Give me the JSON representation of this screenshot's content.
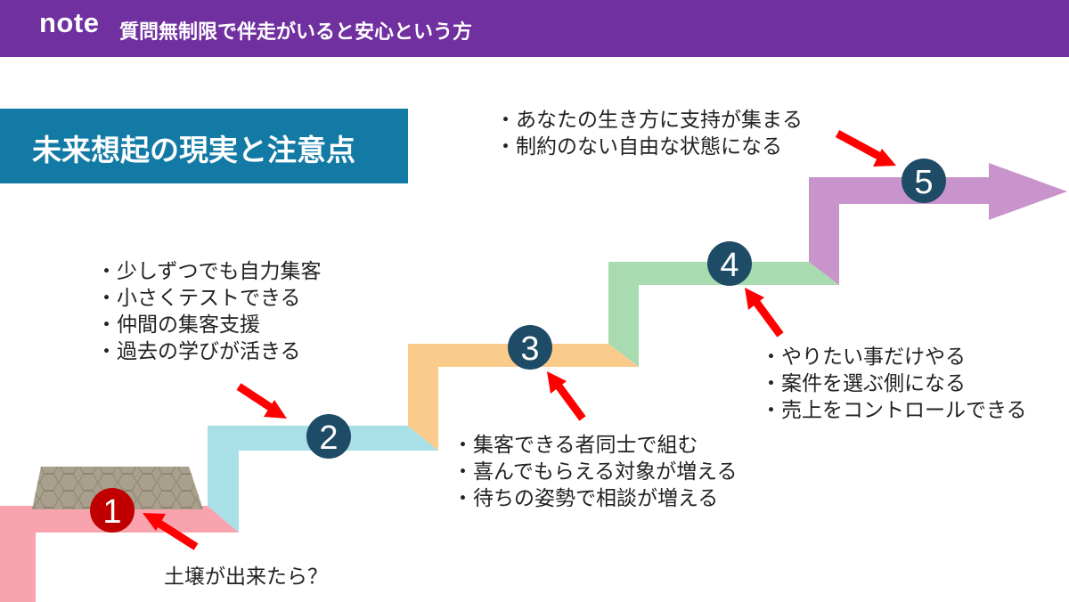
{
  "header": {
    "brand": "note",
    "subtitle": "質問無制限で伴走がいると安心という方"
  },
  "title": "未来想起の現実と注意点",
  "steps": [
    {
      "number": "1",
      "color": "#f9a3ae",
      "circle": "#c00000",
      "notes": [
        "土壌が出来たら？"
      ]
    },
    {
      "number": "2",
      "color": "#a9dfe6",
      "circle": "#1e4b66",
      "notes": [
        "・少しずつでも自力集客",
        "・小さくテストできる",
        "・仲間の集客支援",
        "・過去の学びが活きる"
      ]
    },
    {
      "number": "3",
      "color": "#fbcb8b",
      "circle": "#1e4b66",
      "notes": [
        "・集客できる者同士で組む",
        "・喜んでもらえる対象が増える",
        "・待ちの姿勢で相談が増える"
      ]
    },
    {
      "number": "4",
      "color": "#a8dcb0",
      "circle": "#1e4b66",
      "notes": [
        "・やりたい事だけやる",
        "・案件を選ぶ側になる",
        "・売上をコントロールできる"
      ]
    },
    {
      "number": "5",
      "color": "#c994cc",
      "circle": "#1e4b66",
      "notes": [
        "・あなたの生き方に支持が集まる",
        "・制約のない自由な状態になる"
      ]
    }
  ],
  "colors": {
    "header": "#7030a0",
    "title_box": "#127aa5",
    "arrow": "#ff0000",
    "platform": "#a8a08c"
  }
}
